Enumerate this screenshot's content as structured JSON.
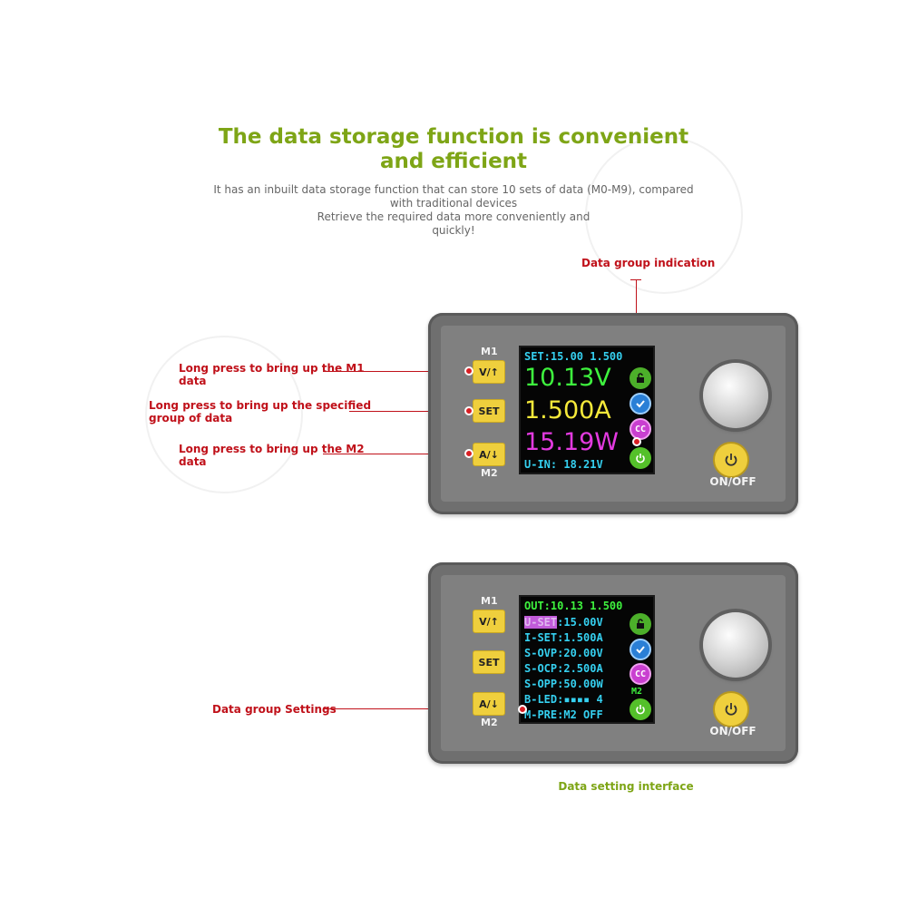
{
  "title_lines": [
    "The data storage function is convenient",
    "and efficient"
  ],
  "subtitle_lines": [
    "It has an inbuilt data storage function that can store 10 sets of data (M0-M9), compared",
    "with traditional devices",
    "Retrieve the required data more conveniently and",
    "quickly!"
  ],
  "callouts": {
    "data_group_indication": "Data group indication",
    "m1_lines": [
      "Long press to bring up the M1",
      "data"
    ],
    "set_lines": [
      "Long press to bring up the specified",
      "group of data"
    ],
    "m2_lines": [
      "Long press to bring up the M2",
      "data"
    ],
    "data_group_settings": "Data group Settings"
  },
  "device_labels": {
    "m1": "M1",
    "m2": "M2",
    "btn_v": "V/↑",
    "btn_set": "SET",
    "btn_a": "A/↓",
    "on_off": "ON/OFF"
  },
  "screen1": {
    "set_line": "SET:15.00 1.500",
    "voltage": "10.13V",
    "current": "1.500A",
    "power": "15.19W",
    "uin_line": "U-IN: 18.21V",
    "cc_badge": "CC"
  },
  "screen2": {
    "out_line": "OUT:10.13 1.500",
    "rows": [
      {
        "key": "U-SET",
        "value": ":15.00V"
      },
      {
        "key": "I-SET",
        "value": ":1.500A"
      },
      {
        "key": "S-OVP",
        "value": ":20.00V"
      },
      {
        "key": "S-OCP",
        "value": ":2.500A"
      },
      {
        "key": "S-OPP",
        "value": ":50.00W"
      },
      {
        "key": "B-LED",
        "value": ":▪▪▪▪ 4"
      },
      {
        "key": "M-PRE",
        "value": ":M2 OFF"
      }
    ],
    "m2_badge": "M2",
    "cc_badge": "CC"
  },
  "caption": "Data setting interface",
  "colors": {
    "title_green": "#7ea516",
    "callout_red": "#c0111a",
    "button_yellow": "#efcf3d",
    "screen_cyan": "#35d0f0",
    "voltage_green": "#3ef23e",
    "current_yellow": "#f5e93a",
    "power_magenta": "#e33ae0",
    "screen2_green": "#3ef23e",
    "screen2_highlight": "#c15bd9"
  },
  "icons": [
    "lock-icon",
    "check-icon",
    "cc-icon",
    "power-icon"
  ]
}
